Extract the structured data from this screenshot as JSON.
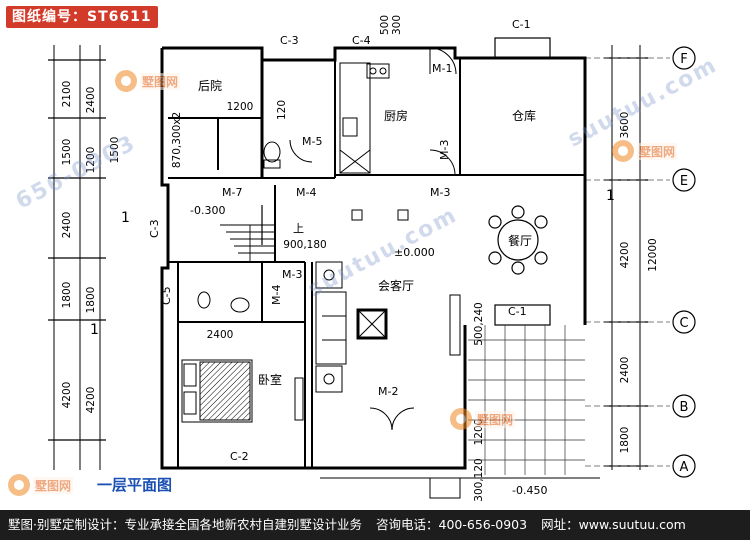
{
  "title": {
    "drawing_number": "图纸编号：ST6611"
  },
  "plan_caption": "一层平面图",
  "footer": {
    "intro": "墅图·别墅定制设计：专业承接全国各地新农村自建别墅设计业务",
    "phone_label": "咨询电话：",
    "phone": "400-656-0903",
    "site_label": "网址：",
    "site": "www.suutuu.com"
  },
  "watermark": {
    "logo_text": "墅图网",
    "site": "suutuu.com",
    "phone_fragment": "656-0903"
  },
  "rooms": {
    "backyard": "后院",
    "kitchen": "厨房",
    "storage": "仓库",
    "dining": "餐厅",
    "living": "会客厅",
    "bedroom": "卧室"
  },
  "axes": {
    "F": "F",
    "E": "E",
    "C": "C",
    "B": "B",
    "A": "A",
    "one": "1"
  },
  "openings": {
    "c3_top": "C-3",
    "c4": "C-4",
    "c1_top": "C-1",
    "m1": "M-1",
    "m5": "M-5",
    "m3_kitchen": "M-3",
    "m7": "M-7",
    "m4_top": "M-4",
    "m3_mid": "M-3",
    "c3_left": "C-3",
    "m3_bath": "M-3",
    "m4_bath": "M-4",
    "c5": "C-5",
    "c1_right": "C-1",
    "m2": "M-2",
    "c2": "C-2"
  },
  "levels": {
    "neg_300": "-0.300",
    "zero": "±0.000",
    "neg_450": "-0.450"
  },
  "stair": {
    "up": "上"
  },
  "dims": {
    "left_2100": "2100",
    "left_1500": "1500",
    "left_2400a": "2400",
    "left_1800": "1800",
    "left_4200": "4200",
    "outer_2400": "2400",
    "outer_1200": "1200",
    "outer_1500": "1500",
    "outer_1800": "1800",
    "outer_4200": "4200",
    "inner_1200": "1200",
    "inner_120": "120",
    "inner_870": "870,300x2",
    "inner_900_180": "900,180",
    "inner_2400": "2400",
    "top_500": "500",
    "top_300": "300",
    "right_3600": "3600",
    "right_4200": "4200",
    "right_12000": "12000",
    "right_2400": "2400",
    "right_1800": "1800",
    "r_500_240": "500,240",
    "bot_1200": "1200",
    "bot_300_120": "300,120"
  }
}
